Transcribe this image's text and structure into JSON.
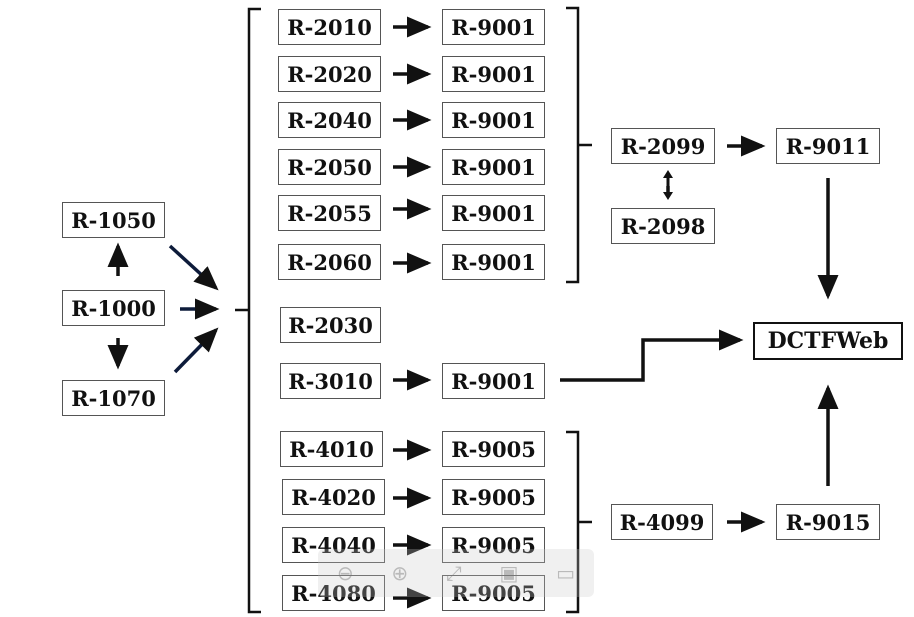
{
  "nodes": {
    "r1050": "R-1050",
    "r1000": "R-1000",
    "r1070": "R-1070",
    "r2010": "R-2010",
    "r2020": "R-2020",
    "r2040": "R-2040",
    "r2050": "R-2050",
    "r2055": "R-2055",
    "r2060": "R-2060",
    "r9001": "R-9001",
    "r2099": "R-2099",
    "r2098": "R-2098",
    "r9011": "R-9011",
    "r2030": "R-2030",
    "r3010": "R-3010",
    "dctfweb": "DCTFWeb",
    "r4010": "R-4010",
    "r4020": "R-4020",
    "r4040": "R-4040",
    "r4080": "R-4080",
    "r9005": "R-9005",
    "r4099": "R-4099",
    "r9015": "R-9015"
  },
  "toolbar_icons": [
    "zoom-out-icon",
    "zoom-in-icon",
    "fit-screen-icon",
    "slideshow-icon",
    "comment-icon"
  ]
}
